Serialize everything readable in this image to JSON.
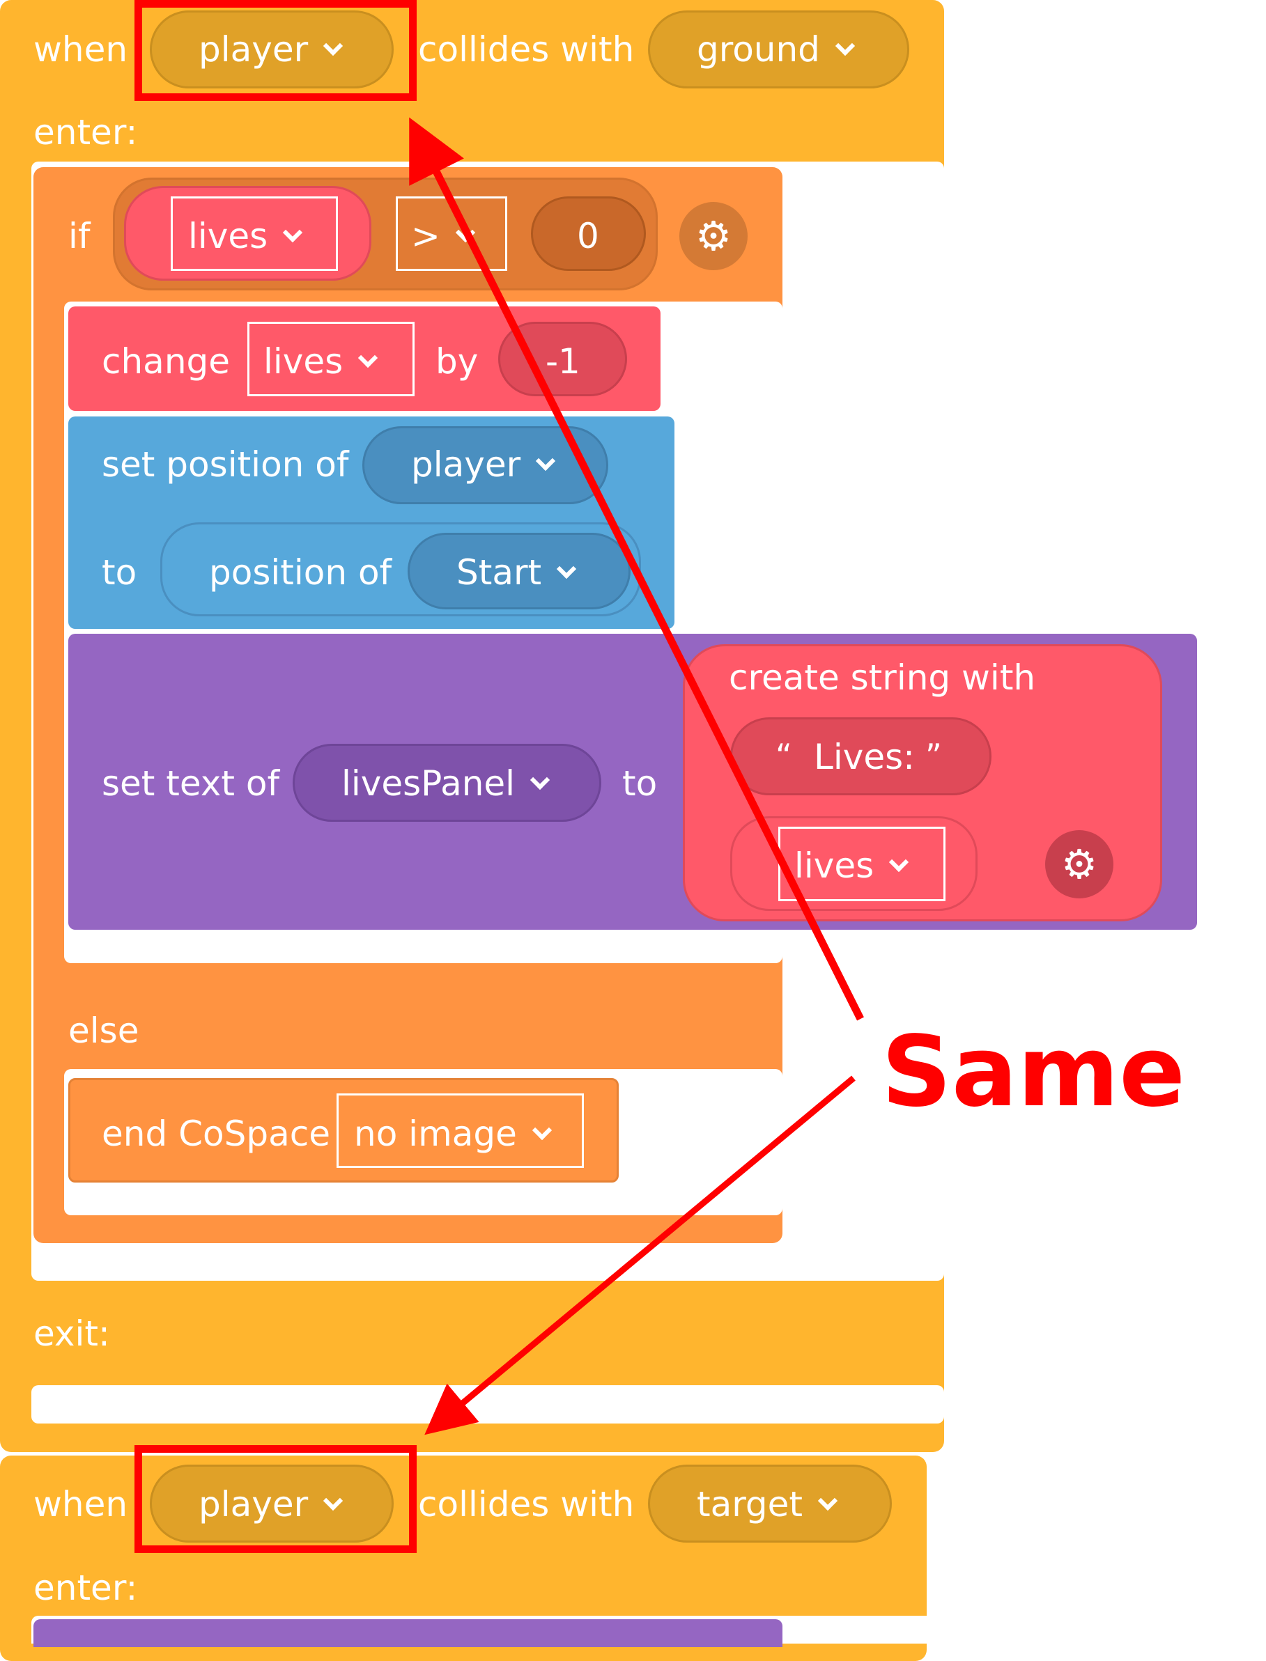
{
  "colors": {
    "event": "#FFB52E",
    "event_dark": "#E0A128",
    "control": "#FF9341",
    "control_dark": "#C9682A",
    "variable": "#FF5969",
    "variable_dark": "#E04A59",
    "motion": "#57A8DB",
    "motion_dark": "#4A8FC0",
    "looks": "#9566C2",
    "looks_dark": "#7F52AB",
    "annotation": "#FF0000"
  },
  "block1": {
    "when": "when",
    "object_a": "player",
    "collides_with": "collides with",
    "object_b": "ground",
    "enter": "enter:",
    "exit": "exit:"
  },
  "if_block": {
    "if": "if",
    "var": "lives",
    "op": ">",
    "value": "0",
    "gear_icon": "gear-icon",
    "else": "else"
  },
  "change_block": {
    "change": "change",
    "var": "lives",
    "by": "by",
    "value": "-1"
  },
  "set_position_block": {
    "label": "set position of",
    "object": "player",
    "to": "to",
    "position_of": "position of",
    "target": "Start"
  },
  "set_text_block": {
    "label": "set text of",
    "object": "livesPanel",
    "to": "to",
    "create_string": "create string with",
    "open_quote": "“",
    "string_value": "Lives:",
    "close_quote": "”",
    "var": "lives"
  },
  "end_block": {
    "label": "end CoSpace",
    "image": "no image"
  },
  "block2": {
    "when": "when",
    "object_a": "player",
    "collides_with": "collides with",
    "object_b": "target",
    "enter": "enter:"
  },
  "annotation": {
    "label": "Same"
  }
}
